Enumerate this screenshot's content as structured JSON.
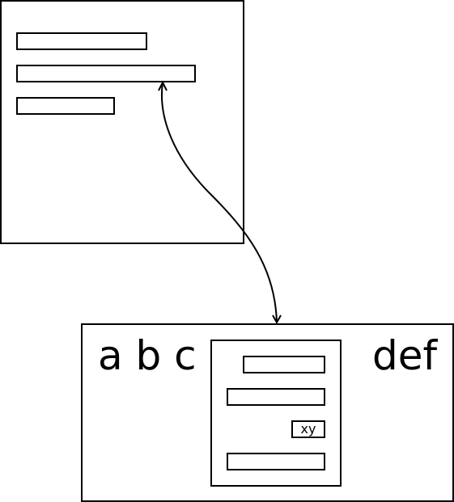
{
  "colors": {
    "stroke": "#000000",
    "background": "#ffffff"
  },
  "bottom_panel": {
    "left_label": "a b c",
    "right_label": "def",
    "inner_panel": {
      "tag_label": "xy"
    }
  },
  "connector": {
    "type": "double-headed-arrow"
  }
}
